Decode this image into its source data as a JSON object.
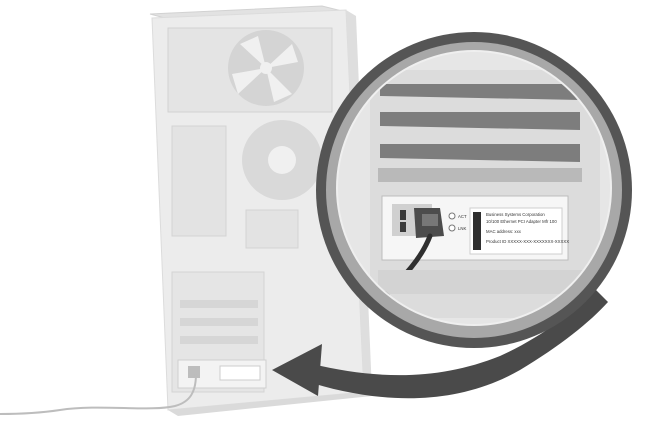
{
  "label": {
    "vendor": "Business Systems Corporation",
    "product": "10/100 Ethernet PCI Adapter Mfr 100",
    "mac": "MAC address: xxx",
    "part": "Product ID XXXXX-XXX-XXXXXXX-XXXXX",
    "act": "ACT",
    "lnk": "LNK",
    "logo": "▬▬▬▬▬"
  },
  "colors": {
    "tower": "#ececec",
    "lens_ring": "#555555",
    "arrow": "#4a4a4a",
    "card": "#f6f6f6"
  }
}
